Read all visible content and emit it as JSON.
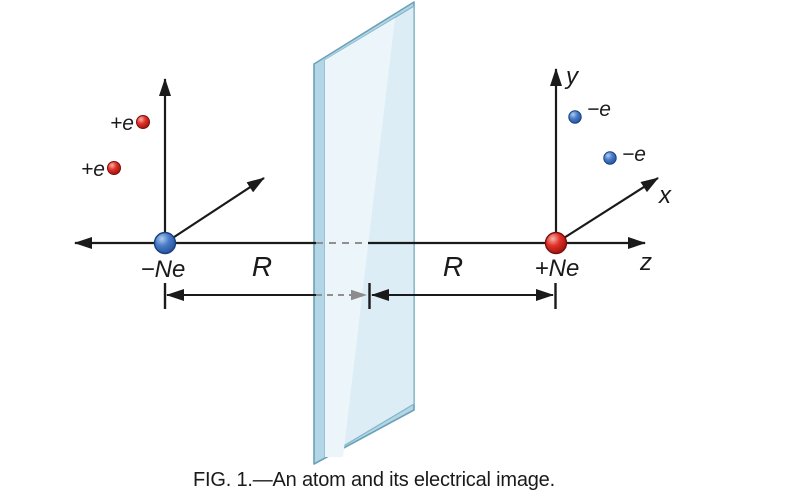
{
  "colors": {
    "background": "#ffffff",
    "line_black": "#1a1a1a",
    "hidden_gray": "#8c8c8c",
    "plate_side": "#b2d6e6",
    "plate_face": "#dcedf5",
    "plate_highlight": "#ecf6fa",
    "plate_edge": "#6ba2ba",
    "positive_red": "#e23128",
    "negative_blue": "#4a7cc8"
  },
  "figure": {
    "caption": "FIG. 1.—An atom and its electrical image.",
    "axes": {
      "x_label": "x",
      "y_label": "y",
      "z_label": "z"
    },
    "left_group": {
      "nucleus_label": "−Ne",
      "electron1_label": "+e",
      "electron2_label": "+e",
      "distance_label": "R"
    },
    "right_group": {
      "nucleus_label": "+Ne",
      "electron1_label": "−e",
      "electron2_label": "−e",
      "distance_label": "R"
    }
  }
}
